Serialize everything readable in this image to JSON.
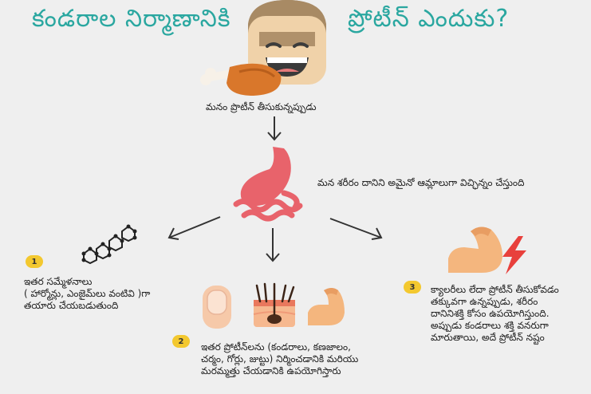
{
  "title": {
    "left": "కండరాల నిర్మాణానికి",
    "right": "ప్రోటీన్ ఎందుకు?"
  },
  "step_top": "మనం ప్రొటీన్ తీసుకున్నప్పుడు",
  "stomach_text": "మన శరీరం దానిని అమైనో ఆమ్లాలుగా విచ్ఛిన్నం చేస్తుంది",
  "branch1": {
    "number": "1",
    "lines": [
      "ఇతర సమ్మేళనాలు",
      "( హార్మోన్లు, ఎంజైమ్‌లు వంటివి )గా",
      "తయారు చేయబడుతుంది"
    ]
  },
  "branch2": {
    "number": "2",
    "lines": [
      "ఇతర ప్రోటీన్‌లను (కండరాలు, కణజాలం,",
      "చర్మం, గోర్లు, జుట్టు) నిర్మించడానికి మరియు",
      "మరమ్మత్తు చేయడానికి ఉపయోగిస్తారు"
    ]
  },
  "branch3": {
    "number": "3",
    "lines": [
      "క్యాలరీలు లేదా ప్రోటీన్ తీసుకోవడం",
      "తక్కువగా ఉన్నప్పుడు, శరీరం",
      "దానినిశక్తి కోసం ఉపయోగిస్తుంది.",
      "అప్పుడు కండరాలు శక్తి వనరుగా",
      "మారుతాయి, అదే ప్రోటీన్ నష్టం"
    ]
  },
  "colors": {
    "title": "#2aa7a0",
    "badge": "#f3c82f",
    "stomach": "#e8636b",
    "skin": "#f4b67e",
    "drumstick": "#d9772b",
    "lightning": "#e8403c"
  },
  "icons": [
    "face-icon",
    "drumstick-icon",
    "stomach-icon",
    "molecule-icon",
    "nail-icon",
    "skin-hair-icon",
    "arm-muscle-icon",
    "flexed-arm-icon",
    "lightning-icon"
  ]
}
